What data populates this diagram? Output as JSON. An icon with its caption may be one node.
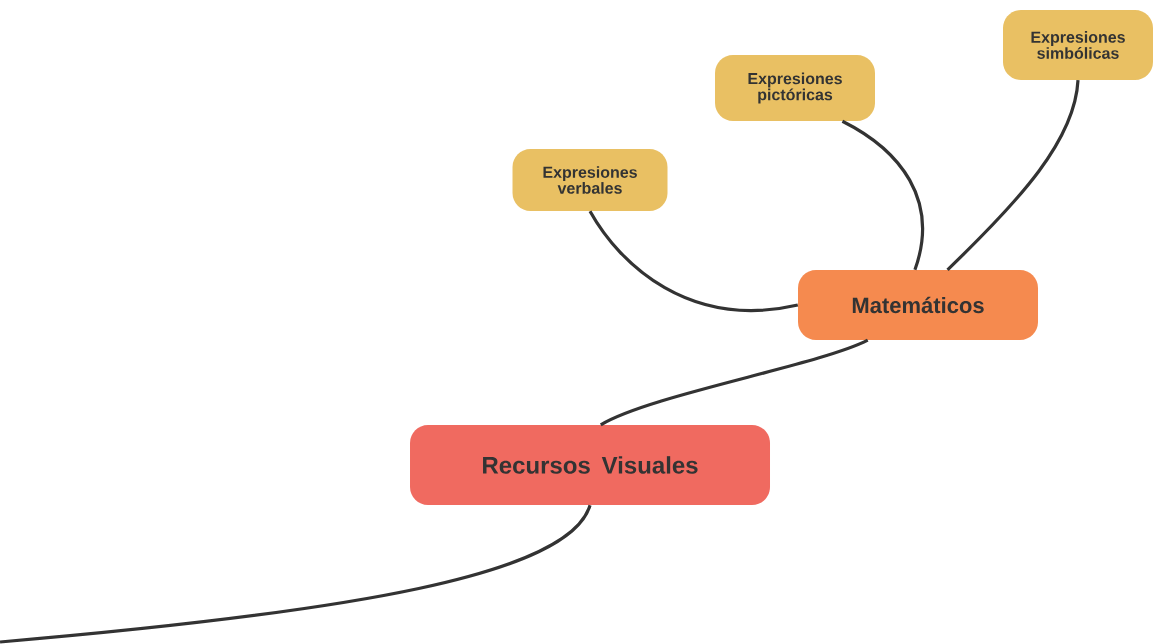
{
  "diagram": {
    "nodes": [
      {
        "text": [
          "Recursos Visuales"
        ]
      },
      {
        "text": [
          "Matemáticos"
        ]
      },
      {
        "text": [
          "Expresiones verbales"
        ]
      },
      {
        "text": [
          "Expresiones pictóricas"
        ]
      },
      {
        "text": [
          "Expresiones simbólicas"
        ]
      }
    ],
    "edges": [
      {
        "from": null,
        "to": 0,
        "arrow": "none"
      },
      {
        "from": 0,
        "to": 1,
        "arrow": "none"
      },
      {
        "from": 1,
        "to": 2,
        "arrow": "none"
      },
      {
        "from": 1,
        "to": 3,
        "arrow": "none"
      },
      {
        "from": 1,
        "to": 4,
        "arrow": "none"
      }
    ]
  }
}
